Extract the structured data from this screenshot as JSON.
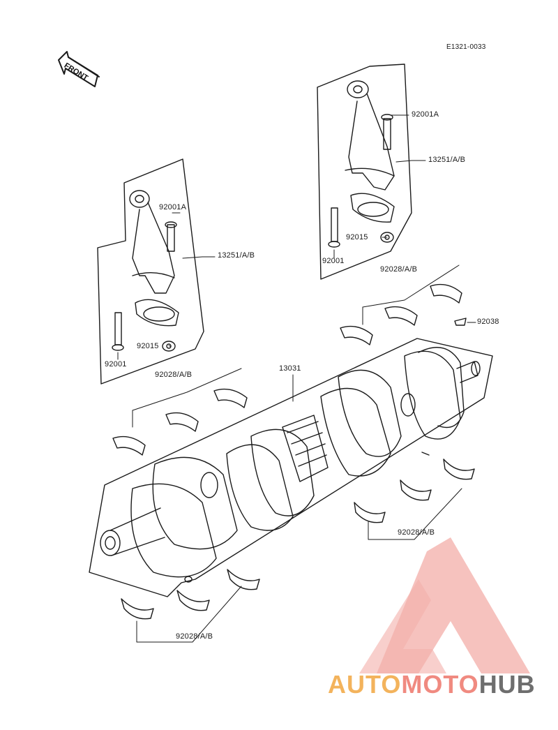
{
  "diagram": {
    "code": "E1321-0033",
    "front_label": "FRONT"
  },
  "parts": {
    "left_bolt_nut_label": "92001A",
    "left_conrod_label": "13251/A/B",
    "left_nut_label": "92015",
    "left_bolt_label": "92001",
    "right_bolt_nut_label": "92001A",
    "right_conrod_label": "13251/A/B",
    "right_nut_label": "92015",
    "right_bolt_label": "92001",
    "upper_right_bearings_label": "92028/A/B",
    "small_part_label": "92038",
    "crankshaft_label": "13031",
    "upper_left_bearings_label": "92028/A/B",
    "lower_right_bearings_label": "92028/A/B",
    "lower_left_bearings_label": "92028/A/B"
  },
  "watermark": {
    "part1": "AUTO",
    "part2": "MOTO",
    "part3": "HUB",
    "colors": {
      "auto": "#f3b35c",
      "moto": "#f08a80",
      "hub": "#6e6e6e",
      "triangle": "#f2a6a0"
    }
  }
}
